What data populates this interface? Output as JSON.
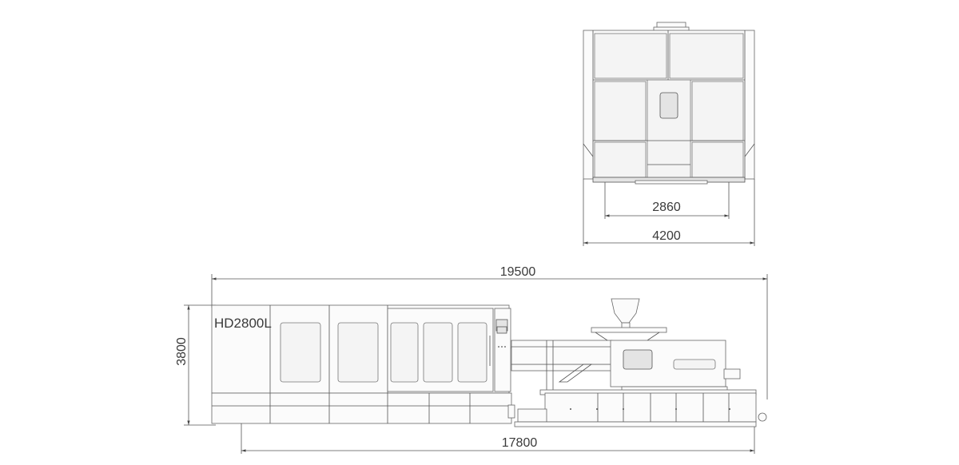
{
  "model_name": "HD2800L",
  "dimensions": {
    "front_inner_width": "2860",
    "front_outer_width": "4200",
    "overall_length": "19500",
    "base_length": "17800",
    "height": "3800"
  }
}
